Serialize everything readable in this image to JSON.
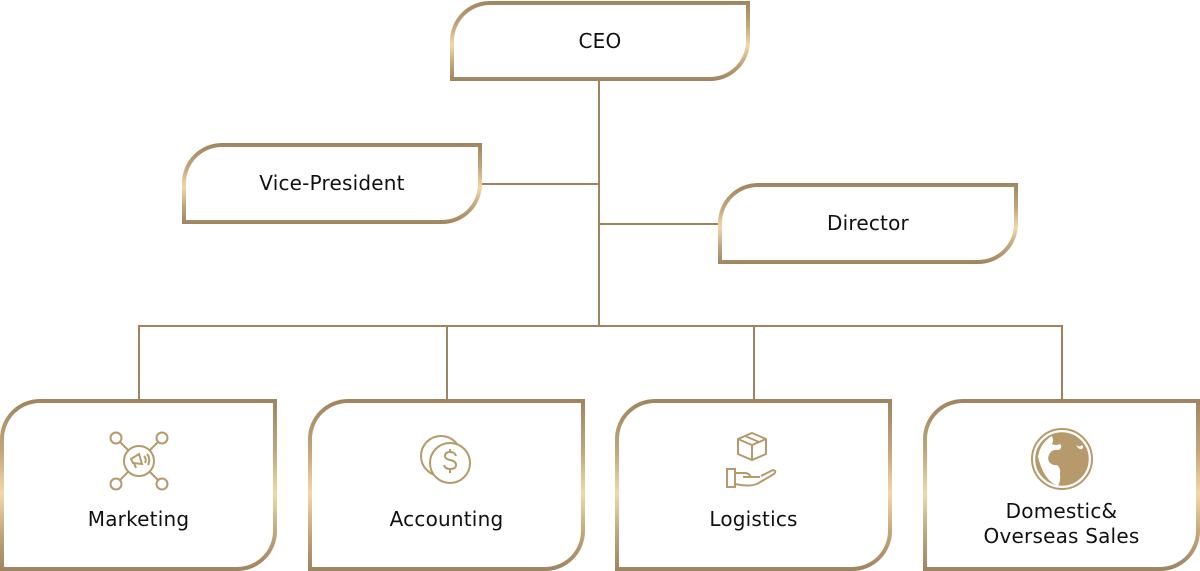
{
  "diagram": {
    "type": "org-chart",
    "colors": {
      "gold_dark": "#9e8560",
      "gold_light": "#f2d8a8",
      "connector": "#9e8560",
      "text": "#111111"
    },
    "root": {
      "label": "CEO"
    },
    "staff": [
      {
        "label": "Vice-President",
        "side": "left"
      },
      {
        "label": "Director",
        "side": "right"
      }
    ],
    "departments": [
      {
        "label": "Marketing",
        "icon": "megaphone-network-icon"
      },
      {
        "label": "Accounting",
        "icon": "coins-dollar-icon"
      },
      {
        "label": "Logistics",
        "icon": "hand-box-icon"
      },
      {
        "label_line1": "Domestic&",
        "label_line2": "Overseas Sales",
        "icon": "globe-icon"
      }
    ]
  }
}
